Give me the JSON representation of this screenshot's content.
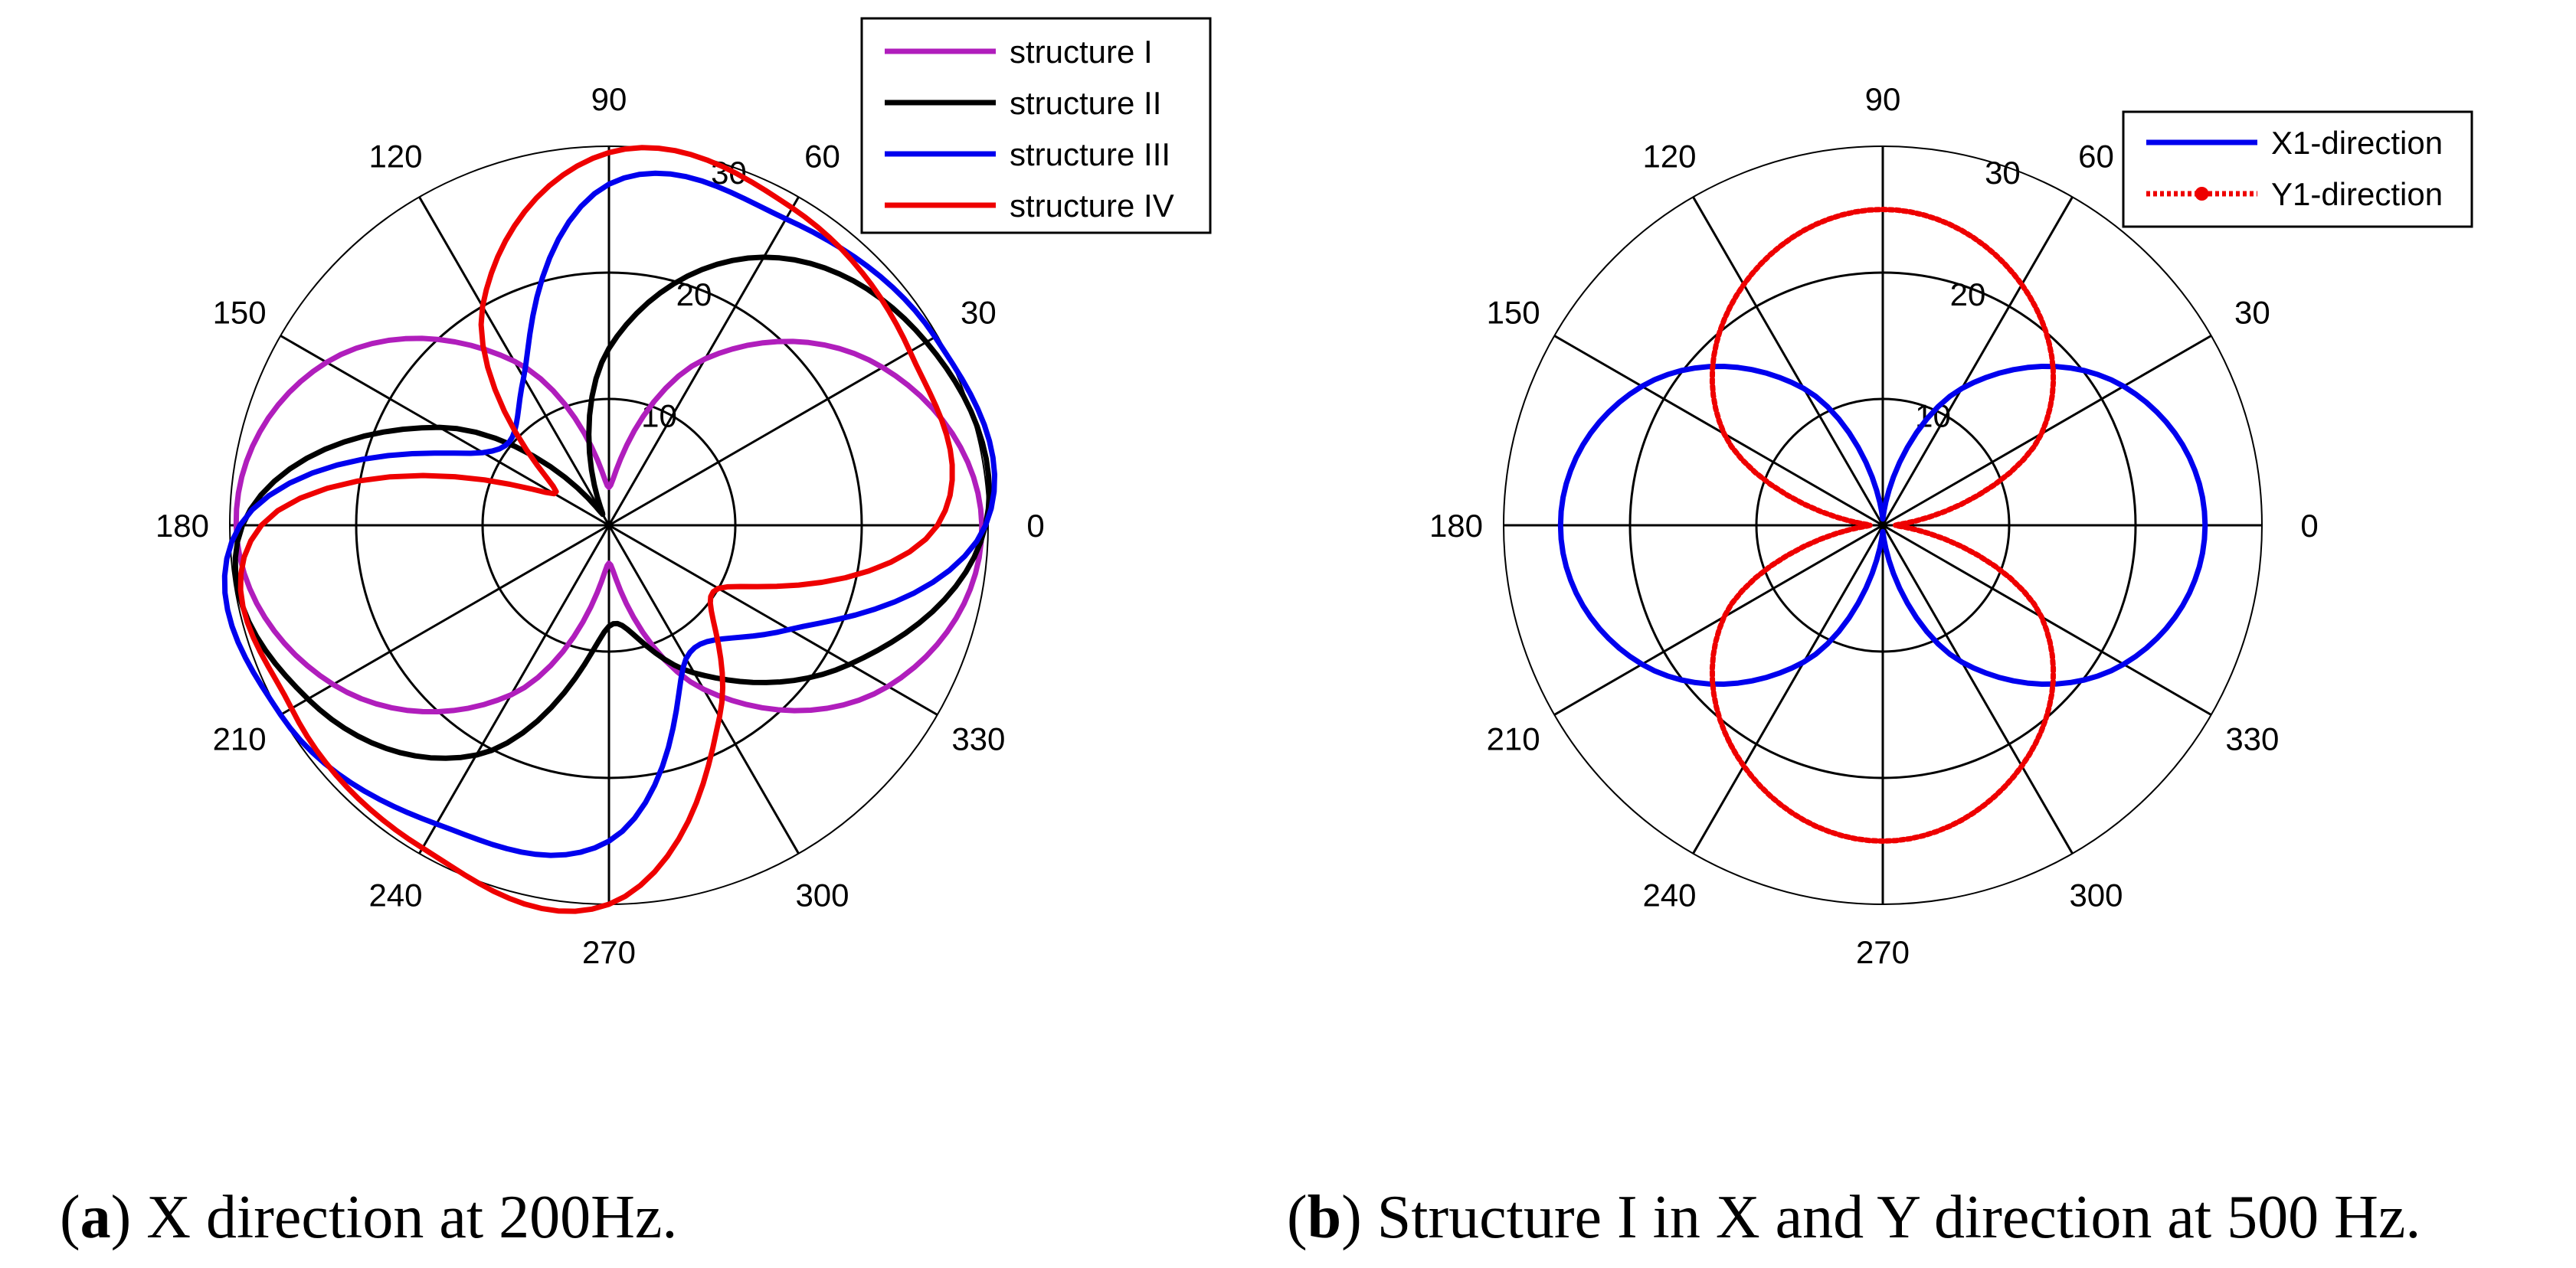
{
  "chart_data": [
    {
      "type": "polar",
      "angle_labels": [
        "0",
        "30",
        "60",
        "90",
        "120",
        "150",
        "180",
        "210",
        "240",
        "270",
        "300",
        "330"
      ],
      "radial_labels": [
        "10",
        "20",
        "30"
      ],
      "rlim": [
        0,
        30
      ],
      "legend_position": "top-right",
      "series": [
        {
          "name": "structure I",
          "color": "#b01ebc",
          "style": "solid",
          "theta_deg": [
            0,
            30,
            60,
            90,
            120,
            150,
            180,
            210,
            240,
            270,
            300,
            330
          ],
          "r": [
            29.5,
            25,
            15.2,
            3,
            15,
            25.8,
            29.5,
            25.2,
            15.5,
            3,
            15,
            25.5
          ]
        },
        {
          "name": "structure II",
          "color": "#000000",
          "style": "solid",
          "theta_deg": [
            0,
            30,
            60,
            90,
            120,
            150,
            180,
            210,
            240,
            270,
            300,
            330
          ],
          "r": [
            29.8,
            29,
            24.5,
            14,
            1,
            15.5,
            29,
            27.5,
            21,
            8,
            13.5,
            22
          ]
        },
        {
          "name": "structure III",
          "color": "#0000ee",
          "style": "solid",
          "theta_deg": [
            0,
            30,
            60,
            90,
            120,
            150,
            180,
            210,
            240,
            270,
            300,
            330
          ],
          "r": [
            29.8,
            29.8,
            28,
            27,
            13.5,
            11.5,
            29.2,
            30,
            27.3,
            25,
            12.2,
            16.5
          ]
        },
        {
          "name": "structure IV",
          "color": "#ee0000",
          "style": "solid",
          "theta_deg": [
            0,
            30,
            60,
            90,
            120,
            150,
            180,
            210,
            240,
            270,
            300,
            330
          ],
          "r": [
            26,
            27.5,
            29,
            29.5,
            20,
            5,
            27.5,
            29,
            29.5,
            30,
            17.5,
            10
          ]
        }
      ]
    },
    {
      "type": "polar",
      "angle_labels": [
        "0",
        "30",
        "60",
        "90",
        "120",
        "150",
        "180",
        "210",
        "240",
        "270",
        "300",
        "330"
      ],
      "radial_labels": [
        "10",
        "20",
        "30"
      ],
      "rlim": [
        0,
        30
      ],
      "legend_position": "top-right",
      "series": [
        {
          "name": "X1-direction",
          "color": "#0000ee",
          "style": "solid",
          "theta_deg": [
            0,
            30,
            60,
            90,
            120,
            150,
            180,
            210,
            240,
            270,
            300,
            330
          ],
          "r": [
            25.5,
            22,
            12.5,
            0.5,
            12.5,
            22,
            25.5,
            22,
            12.5,
            0.5,
            12.5,
            22
          ]
        },
        {
          "name": "Y1-direction",
          "color": "#ee0000",
          "style": "dotted",
          "theta_deg": [
            0,
            30,
            60,
            90,
            120,
            150,
            180,
            210,
            240,
            270,
            300,
            330
          ],
          "r": [
            1,
            14.5,
            22,
            25,
            22,
            14.5,
            1,
            14.5,
            22,
            25,
            22,
            14.5
          ]
        }
      ]
    }
  ],
  "captions": [
    {
      "letter": "a",
      "text": ") X direction at 200Hz."
    },
    {
      "letter": "b",
      "text": ") Structure I in X and Y direction at 500 Hz."
    }
  ]
}
